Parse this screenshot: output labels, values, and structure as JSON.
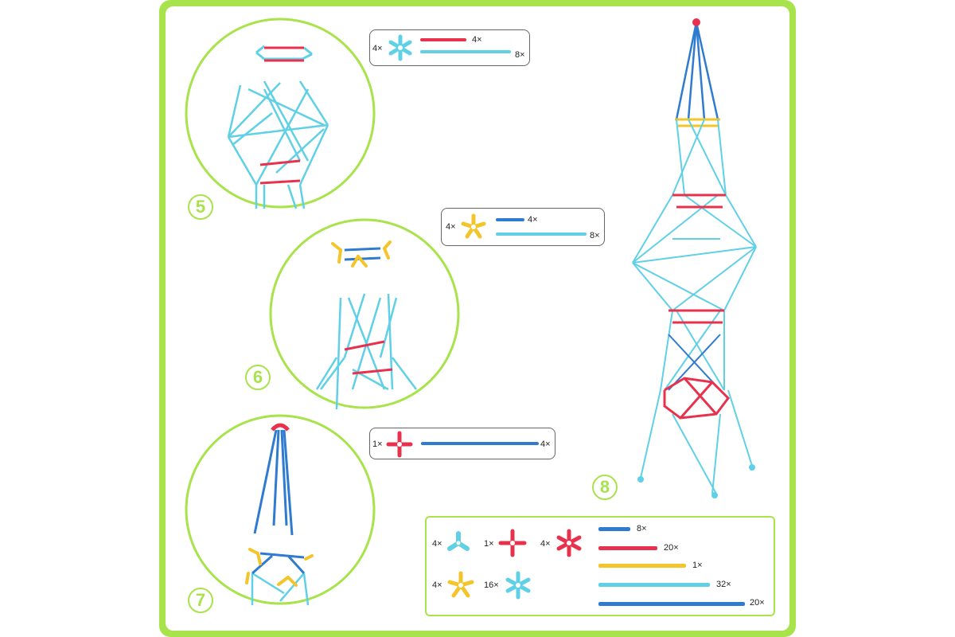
{
  "steps": [
    {
      "number": "5",
      "callout": {
        "connector": "4×",
        "rods": [
          "4×",
          "8×"
        ]
      }
    },
    {
      "number": "6",
      "callout": {
        "connector": "4×",
        "rods": [
          "4×",
          "8×"
        ]
      }
    },
    {
      "number": "7",
      "callout": {
        "connector": "1×",
        "rods": [
          "4×"
        ]
      }
    },
    {
      "number": "8"
    }
  ],
  "legend": {
    "connectors": [
      {
        "count": "4×",
        "icon": "three-way-connector-icon",
        "color": "#5fd0e6"
      },
      {
        "count": "1×",
        "icon": "four-way-connector-icon",
        "color": "#e8324d"
      },
      {
        "count": "4×",
        "icon": "six-way-connector-icon",
        "color": "#e8324d"
      },
      {
        "count": "4×",
        "icon": "five-way-connector-icon",
        "color": "#f4c52a"
      },
      {
        "count": "16×",
        "icon": "six-way-connector-icon",
        "color": "#5fd0e6"
      }
    ],
    "rods": [
      {
        "count": "8×",
        "color": "#2f7bd0"
      },
      {
        "count": "20×",
        "color": "#e8324d"
      },
      {
        "count": "1×",
        "color": "#f4c52a"
      },
      {
        "count": "32×",
        "color": "#5fd0e6"
      },
      {
        "count": "20×",
        "color": "#2f7bd0"
      }
    ]
  },
  "colors": {
    "frame": "#a9e34b",
    "cyan": "#5fd0e6",
    "red": "#e8324d",
    "blue": "#2f7bd0",
    "yellow": "#f4c52a"
  }
}
